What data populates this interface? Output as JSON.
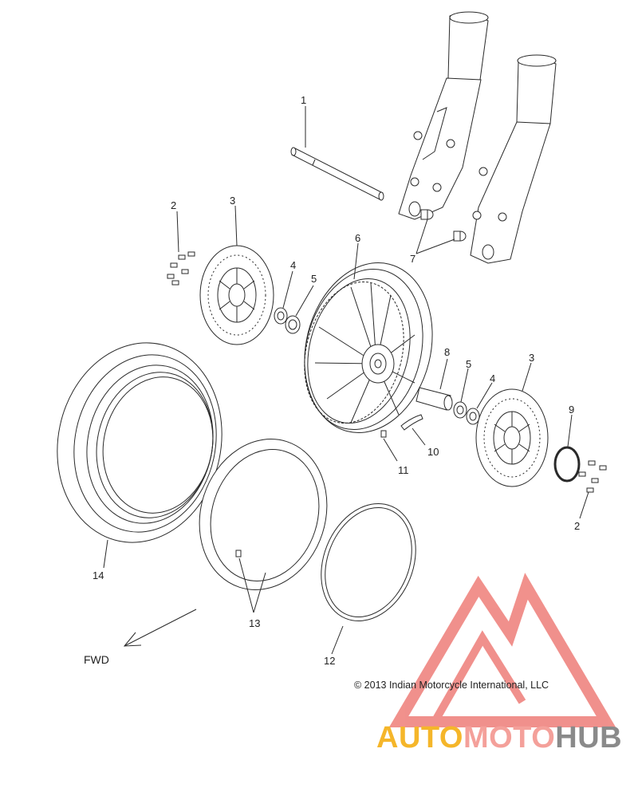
{
  "callouts": {
    "c1": "1",
    "c2a": "2",
    "c2b": "2",
    "c3a": "3",
    "c3b": "3",
    "c4a": "4",
    "c4b": "4",
    "c5a": "5",
    "c5b": "5",
    "c6": "6",
    "c7": "7",
    "c8": "8",
    "c9": "9",
    "c10": "10",
    "c11": "11",
    "c12": "12",
    "c13": "13",
    "c14": "14"
  },
  "direction_label": "FWD",
  "copyright": "© 2013 Indian Motorcycle International, LLC",
  "watermark": {
    "part1": "AUTO",
    "part2": "MOTO",
    "part3": "HUB",
    "colors": {
      "auto": "#f5b62a",
      "moto": "#f4a09a",
      "hub": "#8a8a8a",
      "triangle": "#ef8580"
    }
  }
}
